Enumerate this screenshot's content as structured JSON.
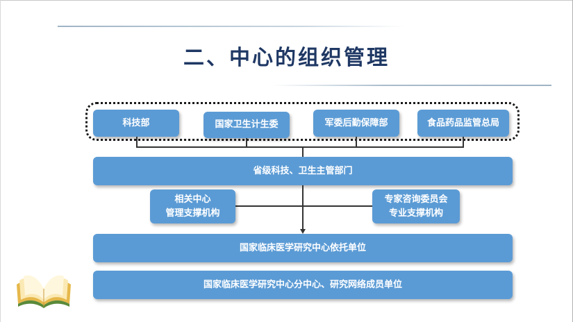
{
  "slide": {
    "title": "二、中心的组织管理"
  },
  "diagram": {
    "top_departments": [
      "科技部",
      "国家卫生计生委",
      "军委后勤保障部",
      "食品药品监管总局"
    ],
    "provincial": "省级科技、卫生主管部门",
    "left_support": {
      "line1": "相关中心",
      "line2": "管理支撑机构"
    },
    "right_support": {
      "line1": "专家咨询委员会",
      "line2": "专业支撑机构"
    },
    "host_unit": "国家临床医学研究中心依托单位",
    "network_units": "国家临床医学研究中心分中心、研究网络成员单位"
  },
  "colors": {
    "box_fill": "#5b9bd5",
    "title": "#1f3864",
    "connector": "#333333"
  },
  "icons": {
    "book": "open-book-icon"
  }
}
